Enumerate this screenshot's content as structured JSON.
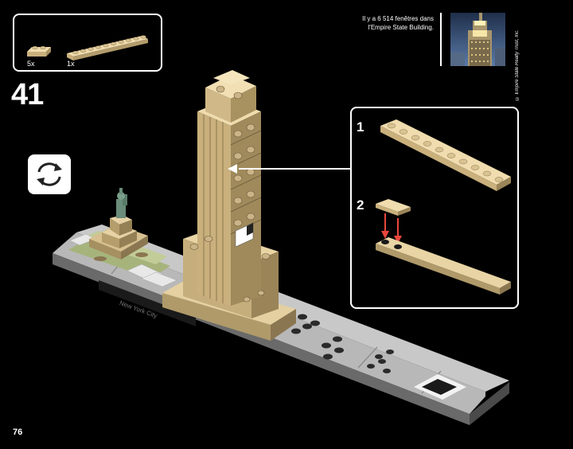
{
  "parts": {
    "items": [
      {
        "quantity": "5x",
        "part": "tan 1x2 plate"
      },
      {
        "quantity": "1x",
        "part": "tan 1x10 plate"
      }
    ]
  },
  "step": {
    "number": "41"
  },
  "fact": {
    "line1": "Il y a 6 514 fenêtres dans",
    "line2": "l'Empire State Building."
  },
  "copyright": "© Empire State Realty Trust, Inc.",
  "callout": {
    "substeps": [
      {
        "number": "1"
      },
      {
        "number": "2"
      }
    ]
  },
  "model": {
    "tile_text": "New York City"
  },
  "icons": [
    "rotate-model-icon",
    "empire-state-photo",
    "tan-plate-icon",
    "red-arrow-icon"
  ],
  "colors": {
    "tan": "#e2cc9c",
    "tan_dark": "#b09a6a",
    "background": "#000000",
    "arrow": "#e8473c"
  },
  "page": {
    "number": "76"
  }
}
